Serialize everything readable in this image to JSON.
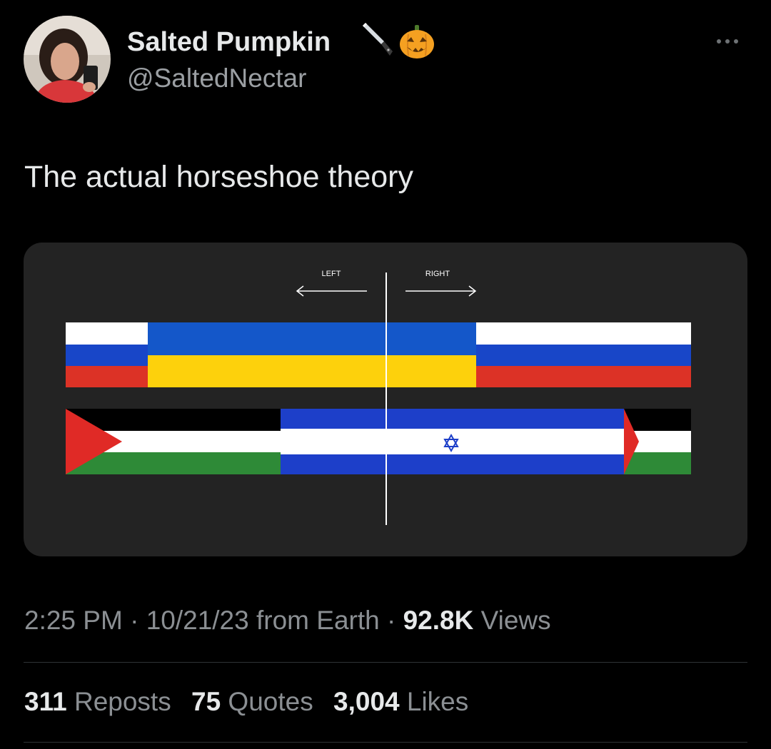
{
  "author": {
    "display_name": "Salted Pumpkin",
    "handle": "@SaltedNectar",
    "name_emojis": [
      "knife-icon",
      "jack-o-lantern-icon"
    ]
  },
  "header": {
    "more_icon": "more-horizontal-icon"
  },
  "tweet": {
    "text": "The actual horseshoe theory"
  },
  "media": {
    "left_label": "LEFT",
    "right_label": "RIGHT",
    "colors": {
      "russia_white": "#ffffff",
      "russia_blue": "#1846c8",
      "russia_red": "#dc3226",
      "ukraine_blue": "#1457c9",
      "ukraine_yellow": "#fdd10c",
      "palestine_black": "#000000",
      "palestine_green": "#2e8a37",
      "palestine_red": "#e02a26",
      "israel_blue": "#1d3fc9",
      "israel_white": "#ffffff"
    }
  },
  "meta": {
    "time": "2:25 PM",
    "sep1": " · ",
    "date": "10/21/23",
    "source": " from Earth",
    "sep2": " · ",
    "views_count": "92.8K",
    "views_label": " Views"
  },
  "stats": {
    "reposts_count": "311",
    "reposts_label": " Reposts",
    "quotes_count": "75",
    "quotes_label": " Quotes",
    "likes_count": "3,004",
    "likes_label": " Likes"
  }
}
